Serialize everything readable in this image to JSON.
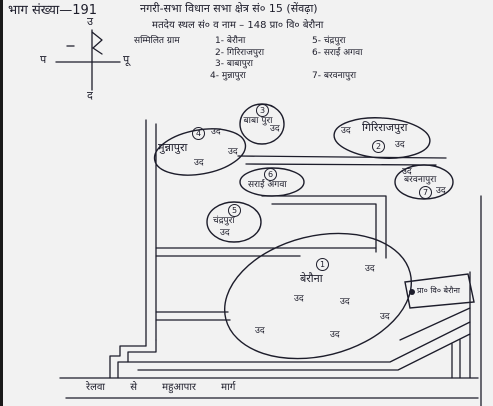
{
  "header": {
    "part_number": "भाग संख्या—191",
    "constituency": "नगरी-सभा विधान सभा क्षेत्र सं० 15 (सेंवढ़ा)",
    "polling_station": "मतदेय स्थल सं० व नाम – 148 प्रा० वि० बेरौना",
    "included_villages_label": "सम्मिलित ग्राम",
    "included_villages": [
      "1- बेरौना",
      "2- गिरिराजपुरा",
      "3- बाबापुरा",
      "4- मुन्नापुरा",
      "5- चंद्रपुरा",
      "6- सराईं अगवा",
      "7- बरवनापुरा"
    ]
  },
  "compass": {
    "north": "उ",
    "south": "द",
    "west": "प",
    "east": "पू"
  },
  "villages": [
    {
      "number": "1",
      "name": "बेरौना"
    },
    {
      "number": "2",
      "name": "गिरिराजपुरा"
    },
    {
      "number": "3",
      "name": "बाबा पुरा"
    },
    {
      "number": "4",
      "name": "मुन्नापुरा"
    },
    {
      "number": "5",
      "name": "चंद्रपुरा"
    },
    {
      "number": "6",
      "name": "सराईं अगवा"
    },
    {
      "number": "7",
      "name": "बरवनापुरा"
    }
  ],
  "house_mark": "उद",
  "polling_station_box": "प्रा० वि० बेरौना",
  "road_label": "रेलवा से महुआपार मार्ग",
  "colors": {
    "ink": "#1d1d2b",
    "paper": "#f2f2f2"
  }
}
